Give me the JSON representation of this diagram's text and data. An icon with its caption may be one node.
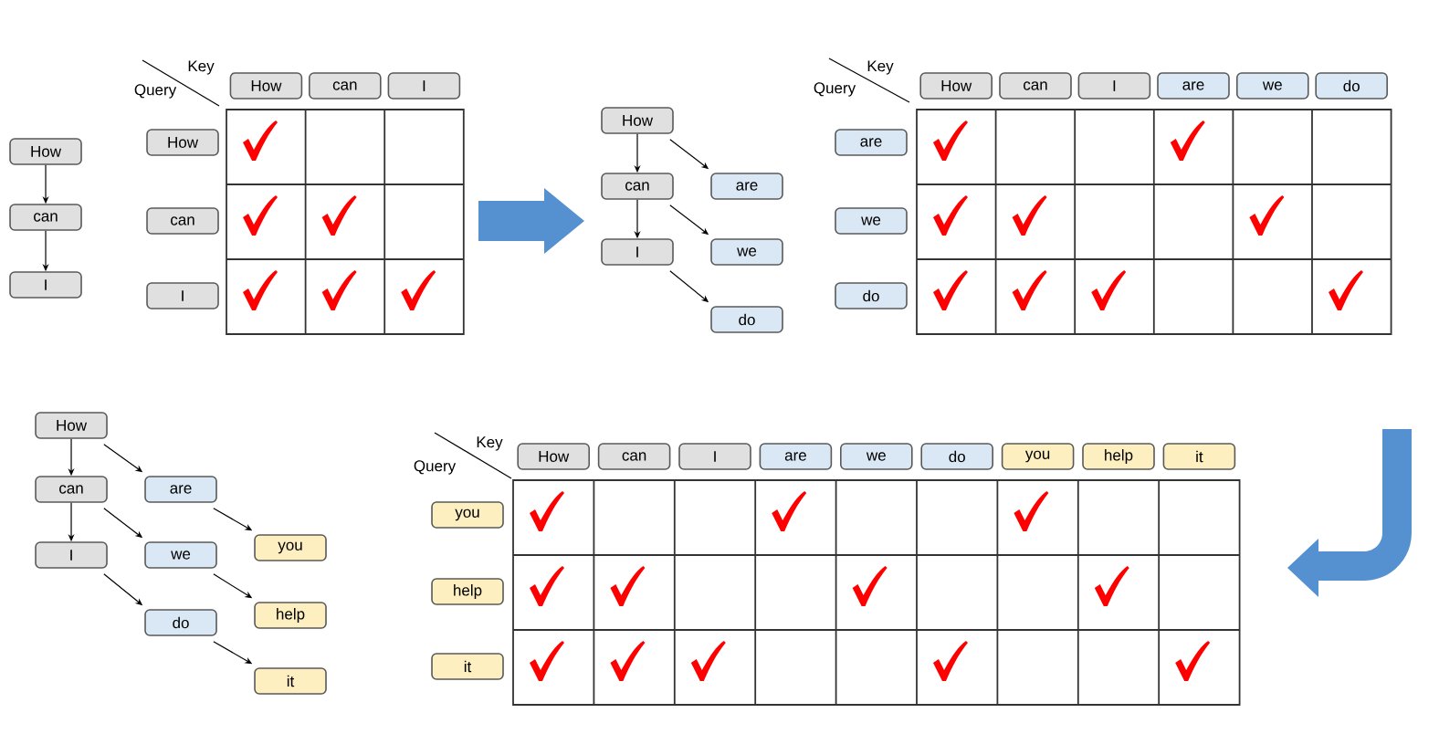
{
  "diagram": {
    "nodes": [
      {
        "text": [
          "How"
        ]
      },
      {
        "text": [
          "can"
        ]
      },
      {
        "text": [
          "I"
        ]
      },
      {
        "text": [
          "How"
        ]
      },
      {
        "text": [
          "can"
        ]
      },
      {
        "text": [
          "I"
        ]
      },
      {
        "text": [
          "How"
        ]
      },
      {
        "text": [
          "can"
        ]
      },
      {
        "text": [
          "I"
        ]
      },
      {
        "text": [
          "How"
        ]
      },
      {
        "text": [
          "can"
        ]
      },
      {
        "text": [
          "are"
        ]
      },
      {
        "text": [
          "I"
        ]
      },
      {
        "text": [
          "we"
        ]
      },
      {
        "text": [
          "do"
        ]
      },
      {
        "text": [
          "How"
        ]
      },
      {
        "text": [
          "can"
        ]
      },
      {
        "text": [
          "I"
        ]
      },
      {
        "text": [
          "are"
        ]
      },
      {
        "text": [
          "we"
        ]
      },
      {
        "text": [
          "do"
        ]
      },
      {
        "text": [
          "are"
        ]
      },
      {
        "text": [
          "we"
        ]
      },
      {
        "text": [
          "do"
        ]
      },
      {
        "text": [
          "How"
        ]
      },
      {
        "text": [
          "can"
        ]
      },
      {
        "text": [
          "are"
        ]
      },
      {
        "text": [
          "I"
        ]
      },
      {
        "text": [
          "we"
        ]
      },
      {
        "text": [
          "you"
        ]
      },
      {
        "text": [
          "do"
        ]
      },
      {
        "text": [
          "help"
        ]
      },
      {
        "text": [
          "it"
        ]
      },
      {
        "text": [
          "How"
        ]
      },
      {
        "text": [
          "can"
        ]
      },
      {
        "text": [
          "I"
        ]
      },
      {
        "text": [
          "are"
        ]
      },
      {
        "text": [
          "we"
        ]
      },
      {
        "text": [
          "do"
        ]
      },
      {
        "text": [
          "you"
        ]
      },
      {
        "text": [
          "help"
        ]
      },
      {
        "text": [
          "it"
        ]
      },
      {
        "text": [
          "you"
        ]
      },
      {
        "text": [
          "help"
        ]
      },
      {
        "text": [
          "it"
        ]
      }
    ],
    "edges": [
      {
        "from": 0,
        "to": 1,
        "arrow": "to"
      },
      {
        "from": 1,
        "to": 2,
        "arrow": "to"
      },
      {
        "from": 9,
        "to": 10,
        "arrow": "to"
      },
      {
        "from": 9,
        "to": 11,
        "arrow": "to"
      },
      {
        "from": 10,
        "to": 12,
        "arrow": "to"
      },
      {
        "from": 10,
        "to": 13,
        "arrow": "to"
      },
      {
        "from": 12,
        "to": 14,
        "arrow": "to"
      },
      {
        "from": 24,
        "to": 25,
        "arrow": "to"
      },
      {
        "from": 24,
        "to": 26,
        "arrow": "to"
      },
      {
        "from": 25,
        "to": 27,
        "arrow": "to"
      },
      {
        "from": 25,
        "to": 28,
        "arrow": "to"
      },
      {
        "from": 26,
        "to": 29,
        "arrow": "to"
      },
      {
        "from": 27,
        "to": 30,
        "arrow": "to"
      },
      {
        "from": 28,
        "to": 31,
        "arrow": "to"
      },
      {
        "from": 30,
        "to": 32,
        "arrow": "to"
      }
    ],
    "labels": [
      "Key",
      "Query",
      "Key",
      "Query",
      "Key",
      "Query"
    ]
  }
}
